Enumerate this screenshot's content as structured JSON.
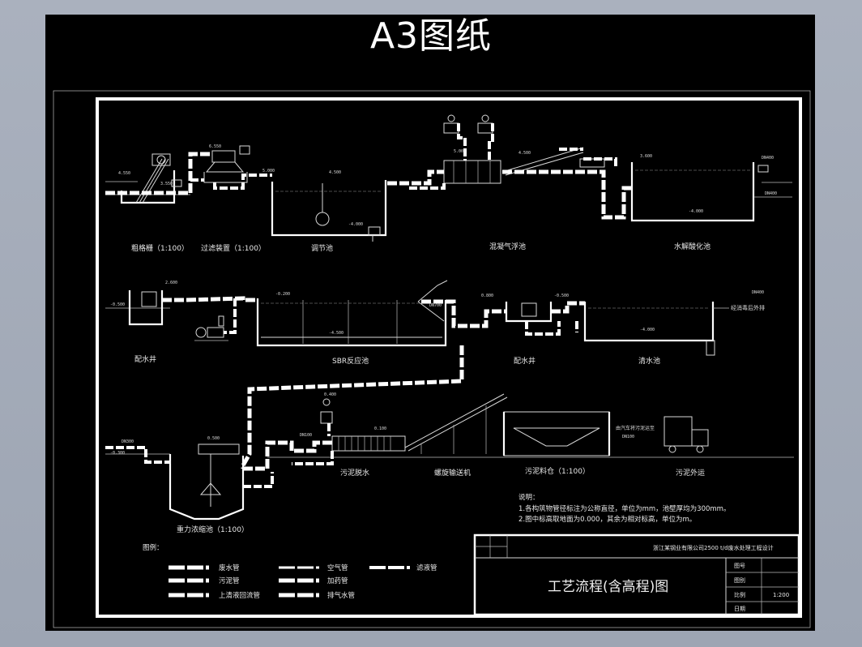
{
  "header": {
    "title": "A3图纸"
  },
  "process_row1": {
    "units": [
      "粗格栅（1:100）",
      "过滤装置（1:100）",
      "调节池",
      "混凝气浮池",
      "水解酸化池"
    ]
  },
  "process_row2": {
    "units": [
      "配水井",
      "SBR反应池",
      "配水井",
      "清水池"
    ],
    "outlet_note": "经消毒后外排"
  },
  "process_row3": {
    "units": [
      "重力浓缩池（1:100）",
      "污泥脱水",
      "螺旋输送机",
      "污泥料仓（1:100）",
      "污泥外运"
    ],
    "truck_note": "由汽车将污泥运至"
  },
  "notes": {
    "heading": "说明：",
    "lines": [
      "1.各构筑物管径标注为公称直径，单位为mm，池壁厚均为300mm。",
      "2.图中标高取地面为0.000，其余为相对标高，单位为m。"
    ]
  },
  "legend": {
    "heading": "图例：",
    "items": [
      {
        "label": "废水管"
      },
      {
        "label": "空气管"
      },
      {
        "label": "滤液管"
      },
      {
        "label": "污泥管"
      },
      {
        "label": "加药管"
      },
      {
        "label": "上清液回流管"
      },
      {
        "label": "排气水管"
      }
    ]
  },
  "title_block": {
    "project": "浙江某钢业有限公司2500 t/d废水处理工程设计",
    "drawing_title": "工艺流程(含高程)图",
    "rows": [
      {
        "key": "图号",
        "value": ""
      },
      {
        "key": "图别",
        "value": ""
      },
      {
        "key": "比例",
        "value": "1:200"
      },
      {
        "key": "日期",
        "value": ""
      }
    ]
  }
}
